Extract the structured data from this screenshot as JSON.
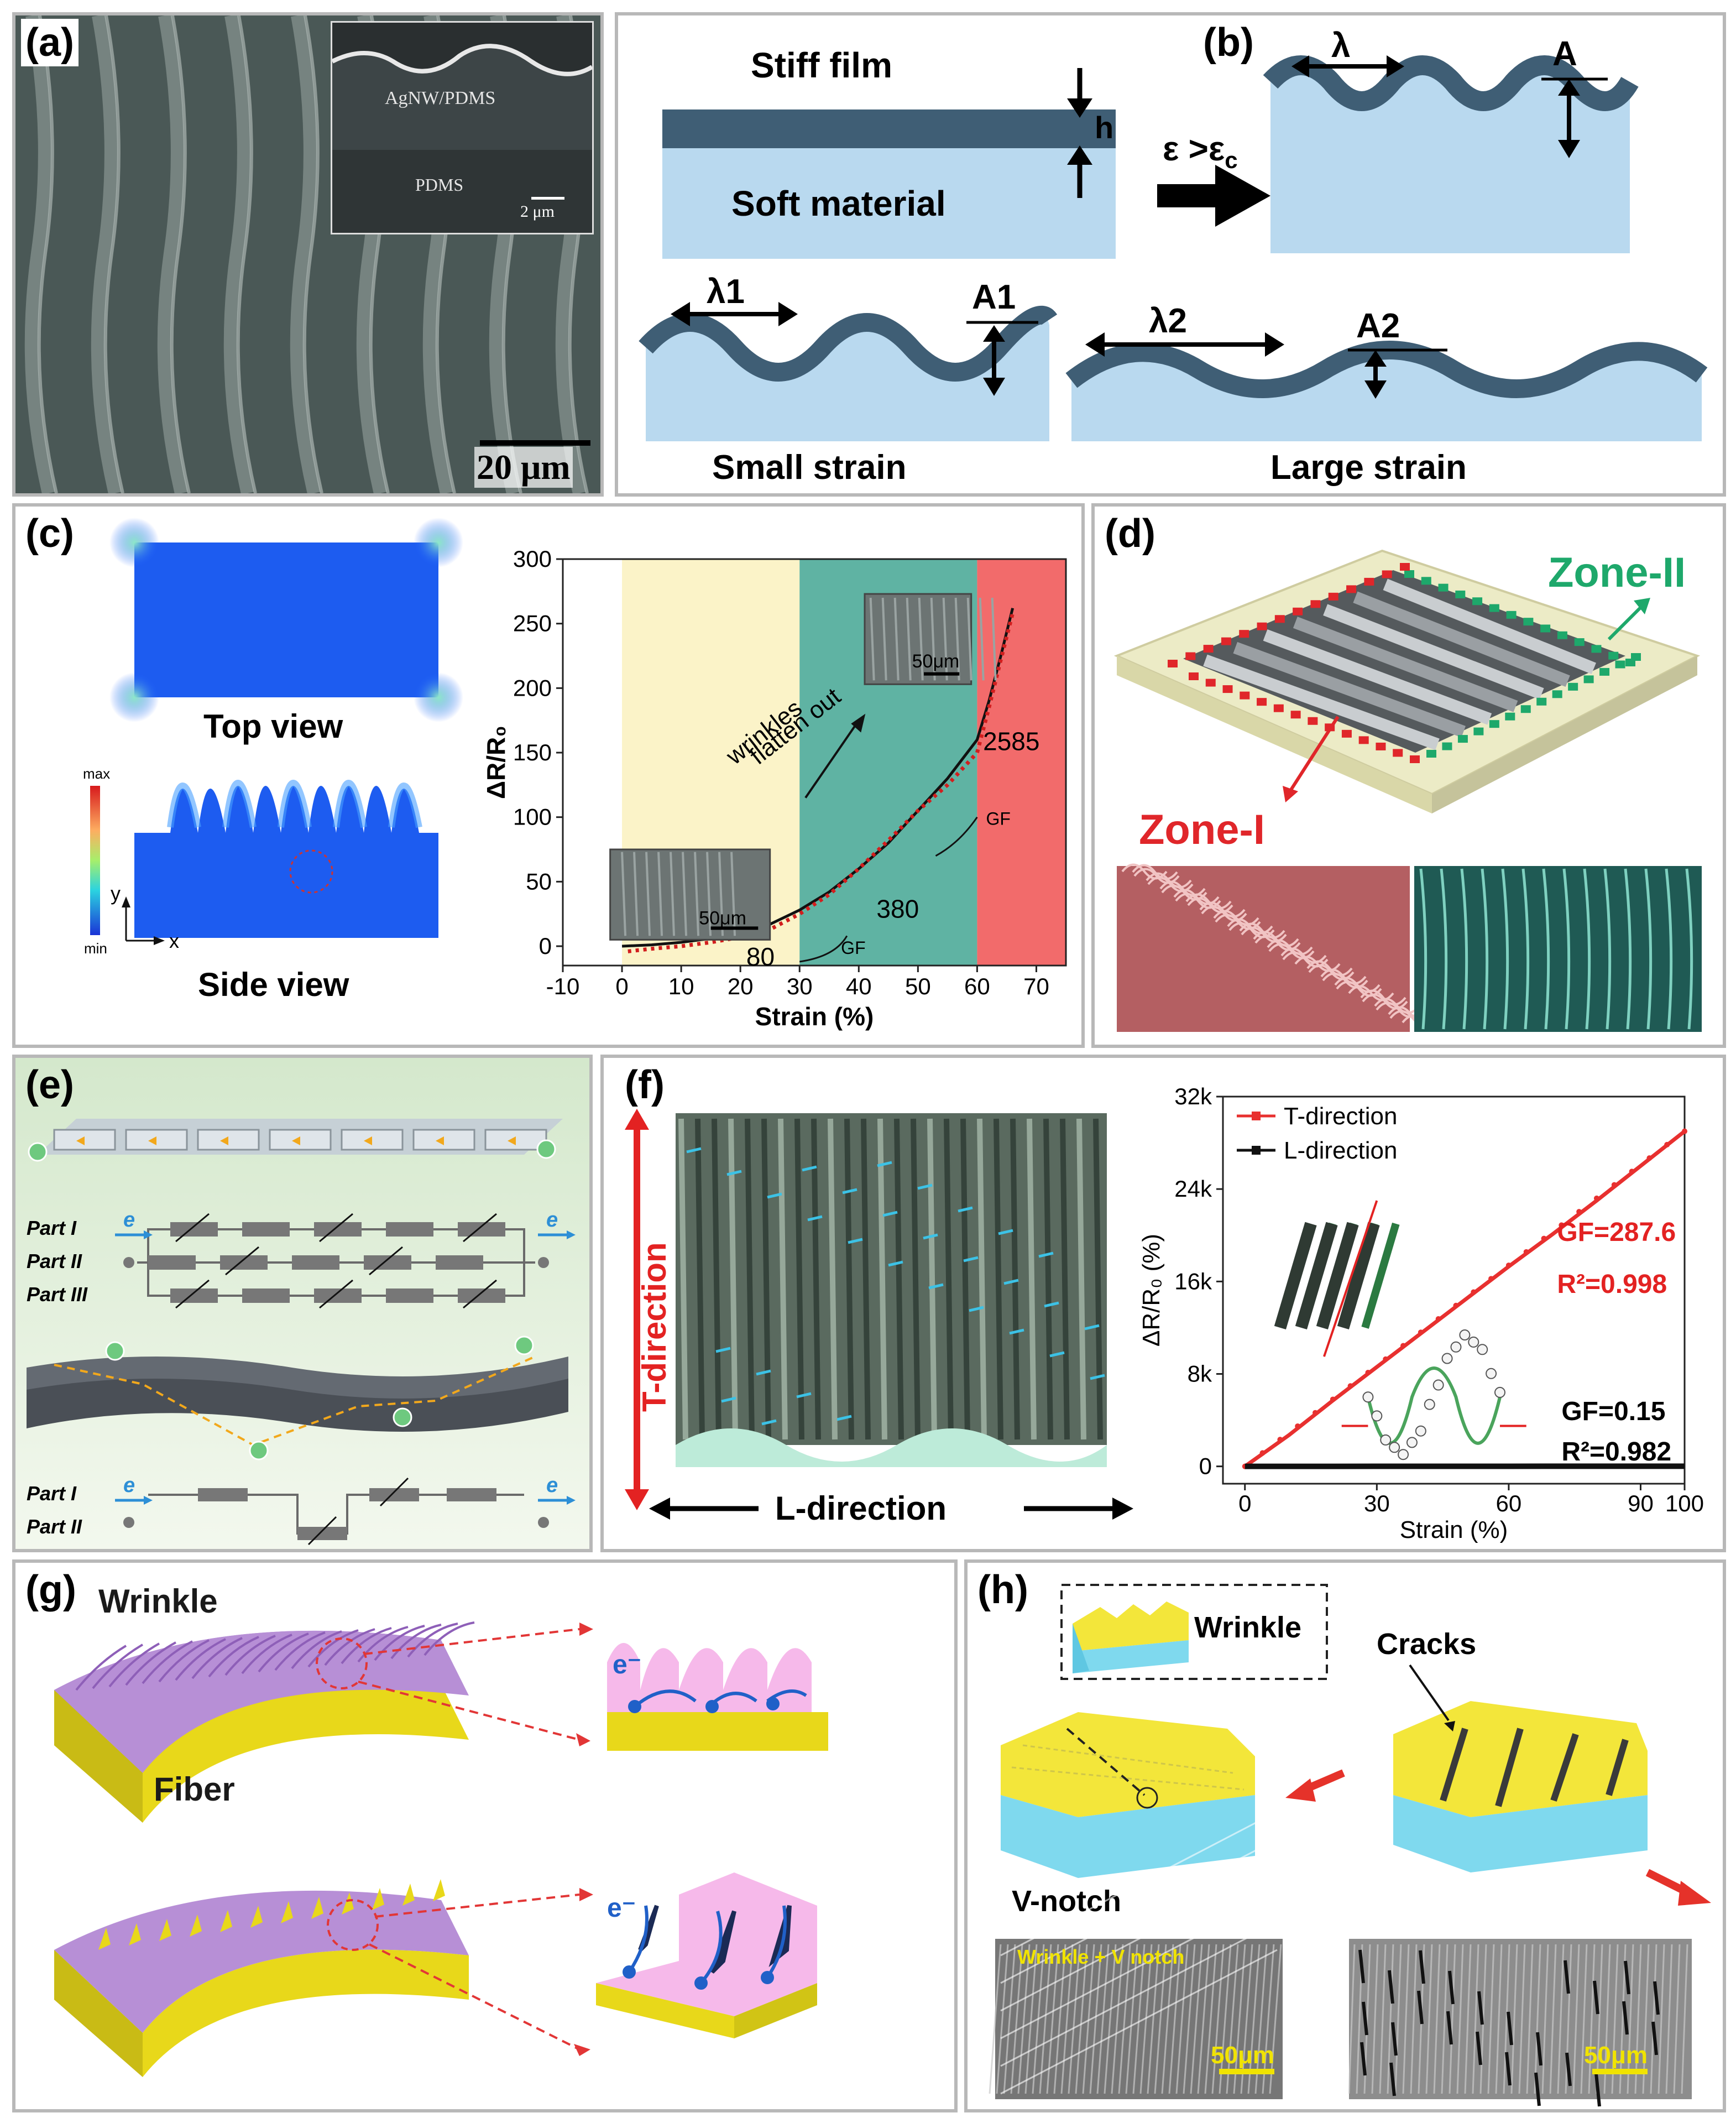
{
  "panel_a": {
    "label": "(a)",
    "inset_top": "AgNW/PDMS",
    "inset_bottom": "PDMS",
    "inset_scale": "2 μm",
    "scale": "20 μm"
  },
  "panel_b": {
    "label": "(b)",
    "stiff_film": "Stiff film",
    "soft_material": "Soft material",
    "h": "h",
    "strain_cond": "ε >ε",
    "strain_cond_sub": "c",
    "lambda": "λ",
    "amp": "A",
    "lambda1": "λ1",
    "amp1": "A1",
    "lambda2": "λ2",
    "amp2": "A2",
    "small_strain": "Small strain",
    "large_strain": "Large strain"
  },
  "panel_c": {
    "label": "(c)",
    "top_view": "Top view",
    "side_view": "Side view",
    "cb_max": "max",
    "cb_min": "min",
    "axis_y": "y",
    "axis_x": "x",
    "annotation": "wrinkles flatten out",
    "annotation_line1": "wrinkles",
    "annotation_line2": "flatten out",
    "inset_scale": "50μm",
    "gf_label": "GF",
    "gf_values": [
      "80",
      "380",
      "2585"
    ]
  },
  "panel_d": {
    "label": "(d)",
    "zone1": "Zone-I",
    "zone2": "Zone-II"
  },
  "panel_e": {
    "label": "(e)",
    "e": "e",
    "part1": "Part I",
    "part2": "Part II",
    "part3": "Part III"
  },
  "panel_f": {
    "label": "(f)",
    "t_direction": "T-direction",
    "l_direction": "L-direction",
    "gf_t": "GF=287.6",
    "r2_t": "R²=0.998",
    "gf_l": "GF=0.15",
    "r2_l": "R²=0.982"
  },
  "panel_g": {
    "label": "(g)",
    "wrinkle": "Wrinkle",
    "fiber": "Fiber",
    "electron": "e⁻"
  },
  "panel_h": {
    "label": "(h)",
    "wrinkle": "Wrinkle",
    "cracks": "Cracks",
    "vnotch": "V-notch",
    "sem_caption": "Wrinkle + V notch",
    "scale": "50μm"
  },
  "colors": {
    "film": "#3f5e75",
    "soft": "#b9d9ef",
    "yellow_zone": "#fbf3c8",
    "teal_zone": "#5fb3a3",
    "red_zone": "#f26b6b",
    "t_series": "#e8302f",
    "l_series": "#111111",
    "fiber_yellow": "#e8d81a",
    "fiber_purple": "#b78fd6",
    "cyan": "#7fd9ee"
  },
  "chart_data": [
    {
      "type": "line",
      "panel": "(c)",
      "title": "",
      "xlabel": "Strain (%)",
      "ylabel": "ΔR/R₀",
      "xlim": [
        -10,
        75
      ],
      "ylim": [
        -15,
        300
      ],
      "xticks": [
        -10,
        0,
        10,
        20,
        30,
        40,
        50,
        60,
        70
      ],
      "yticks": [
        0,
        50,
        100,
        150,
        200,
        250,
        300
      ],
      "regions": [
        {
          "from": 0,
          "to": 30,
          "color": "#fbf3c8"
        },
        {
          "from": 30,
          "to": 60,
          "color": "#5fb3a3"
        },
        {
          "from": 60,
          "to": 75,
          "color": "#f26b6b"
        }
      ],
      "series": [
        {
          "style": "solid",
          "color": "#111111",
          "x": [
            0,
            5,
            10,
            15,
            20,
            25,
            30,
            35,
            40,
            45,
            50,
            55,
            60,
            62,
            64,
            66
          ],
          "y": [
            0,
            1,
            3,
            6,
            10,
            17,
            28,
            42,
            60,
            80,
            105,
            130,
            160,
            190,
            225,
            262
          ]
        },
        {
          "style": "dotted",
          "color": "#d21e1e",
          "x": [
            1,
            5,
            10,
            15,
            20,
            25,
            30,
            35,
            40,
            45,
            50,
            55,
            60,
            62,
            64,
            66
          ],
          "y": [
            -4,
            -2,
            0,
            3,
            7,
            13,
            25,
            40,
            60,
            82,
            105,
            125,
            150,
            185,
            222,
            258
          ]
        }
      ]
    },
    {
      "type": "line",
      "panel": "(f)",
      "title": "",
      "xlabel": "Strain (%)",
      "ylabel": "ΔR/R₀ (%)",
      "xlim": [
        -5,
        100
      ],
      "ylim": [
        -1500,
        32000
      ],
      "xticks": [
        0,
        30,
        60,
        90,
        100
      ],
      "yticks": [
        0,
        8000,
        16000,
        24000,
        32000
      ],
      "ytick_labels": [
        "0",
        "8k",
        "16k",
        "24k",
        "32k"
      ],
      "legend": "top-left",
      "series": [
        {
          "name": "T-direction",
          "color": "#e8302f",
          "x": [
            0,
            10,
            20,
            30,
            40,
            50,
            60,
            70,
            80,
            90,
            100
          ],
          "y": [
            0,
            2700,
            5700,
            8600,
            11500,
            14400,
            17300,
            20100,
            23000,
            26000,
            29000
          ]
        },
        {
          "name": "L-direction",
          "color": "#111111",
          "x": [
            0,
            10,
            20,
            30,
            40,
            50,
            60,
            70,
            80,
            90,
            100
          ],
          "y": [
            0,
            2,
            3,
            5,
            6,
            8,
            9,
            11,
            12,
            14,
            15
          ]
        }
      ]
    }
  ]
}
